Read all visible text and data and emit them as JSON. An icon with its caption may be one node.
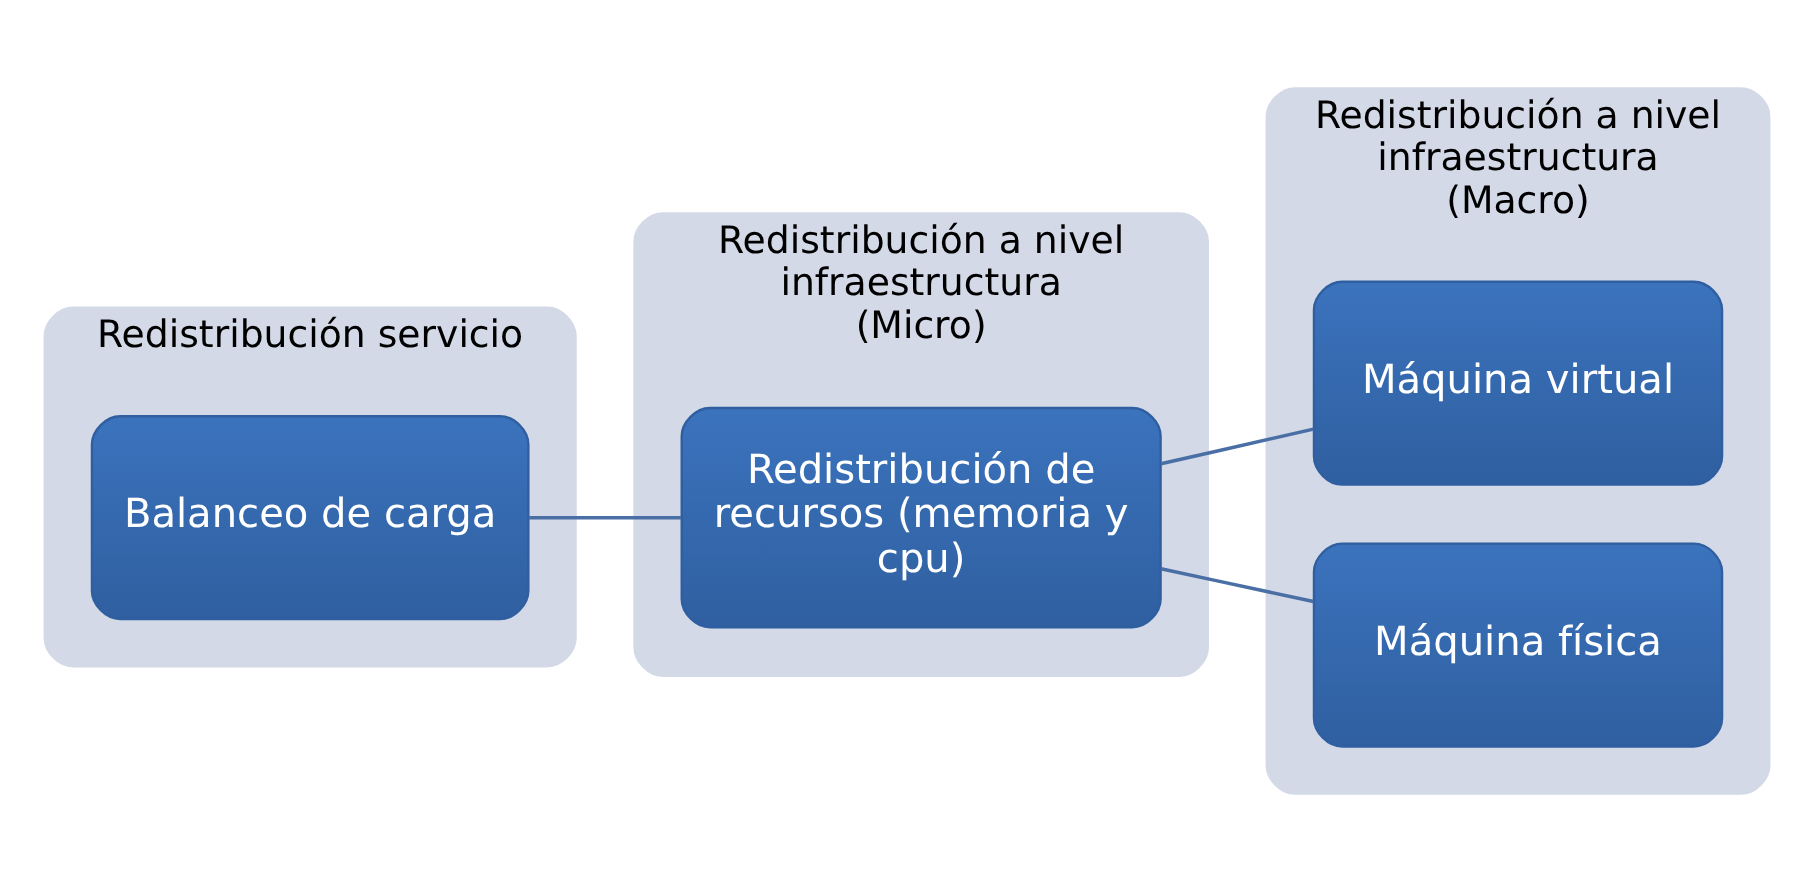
{
  "diagram": {
    "nodes": [
      {
        "text": [
          "Redistribución servicio"
        ]
      },
      {
        "text": [
          "Balanceo de carga"
        ],
        "in": 0
      },
      {
        "text": [
          "Redistribución a nivel infraestructura",
          "(Micro)"
        ]
      },
      {
        "text": [
          "Redistribución de recursos (memoria y cpu)"
        ],
        "in": 2
      },
      {
        "text": [
          "Redistribución a nivel infraestructura",
          "(Macro)"
        ]
      },
      {
        "text": [
          "Máquina virtual"
        ],
        "in": 4
      },
      {
        "text": [
          "Máquina física"
        ],
        "in": 4
      }
    ],
    "edges": [
      {
        "from": 1,
        "to": 3,
        "arrow": "none"
      },
      {
        "from": 3,
        "to": 5,
        "arrow": "none"
      },
      {
        "from": 3,
        "to": 6,
        "arrow": "none"
      }
    ]
  }
}
